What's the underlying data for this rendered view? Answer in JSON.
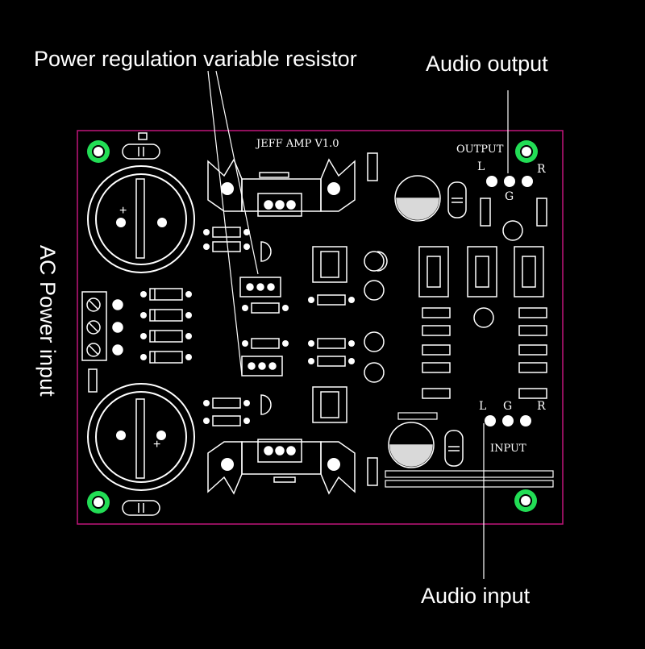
{
  "callouts": {
    "power_reg": "Power regulation variable resistor",
    "audio_output": "Audio output",
    "audio_input": "Audio input",
    "ac_power": "AC Power input"
  },
  "board": {
    "title": "JEFF  AMP  V1.0",
    "output_label": "OUTPUT",
    "input_label": "INPUT",
    "out_l": "L",
    "out_g": "G",
    "out_r": "R",
    "in_l": "L",
    "in_g": "G",
    "in_r": "R",
    "pad_num": "3",
    "trim_num": "0"
  },
  "colors": {
    "background": "#000000",
    "outline": "#c0157a",
    "silkscreen": "#ffffff",
    "mount_pad": "#22dd55"
  }
}
